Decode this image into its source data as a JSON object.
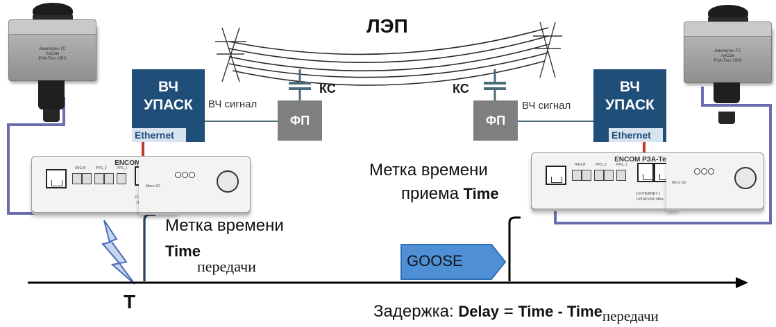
{
  "colors": {
    "cable": "#6b6bb0",
    "hf_terminal": "#1f4e79",
    "eth_link": "#c0392b",
    "wire": "#4a6b78",
    "arrow_goose": "#4f8fd6",
    "timeline": "#000000"
  },
  "power_line": {
    "label": "ЛЭП"
  },
  "antenna_left": {
    "label": "Амилилан-ТС\nАнСом\nРЗА-Тест GPS",
    "icon": "gps-antenna"
  },
  "antenna_right": {
    "label": "Амилилан-ТС\nАнСом\nРЗА-Тест GPS",
    "icon": "gps-antenna"
  },
  "hf_left": {
    "line1": "ВЧ",
    "line2": "УПАСК",
    "eth": "Ethernet"
  },
  "hf_right": {
    "line1": "ВЧ",
    "line2": "УПАСК",
    "eth": "Ethernet"
  },
  "hf_signal_left": "ВЧ сигнал",
  "hf_signal_right": "ВЧ сигнал",
  "fp_left": "ФП",
  "fp_right": "ФП",
  "ks_left": "КС",
  "ks_right": "КС",
  "device": {
    "brand": "ENCOM РЗА-Тест",
    "ports": [
      "IRIG-B",
      "PPS_2",
      "PPS_1",
      "2 ETHERNET 1",
      "Micro SD"
    ],
    "sub": "10/100/1000 Mb/s"
  },
  "labels": {
    "send_l1": "Метка времени",
    "send_l2": "Time",
    "send_sub": "передачи",
    "recv_l1": "Метка времени",
    "recv_l2a": "приема ",
    "recv_l2b": "Time",
    "goose": "GOOSE",
    "t": "T",
    "delay_prefix": "Задержка: ",
    "delay_a": "Delay",
    "delay_eq": " = ",
    "delay_b": "Time  - Time",
    "delay_sub": "передачи"
  }
}
